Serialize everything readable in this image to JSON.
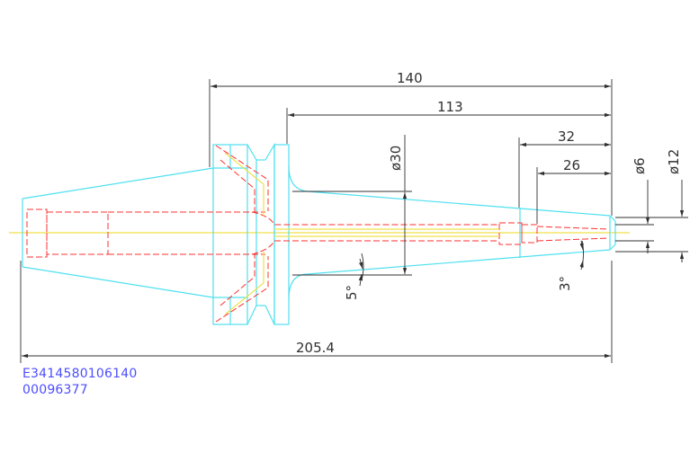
{
  "drawing": {
    "dimensions": {
      "overall_length": "205.4",
      "flange_to_end": "140",
      "body_to_end": "113",
      "bore_depth": "32",
      "inner_depth": "26",
      "body_diameter": "ø30",
      "bore_diameter_small": "ø6",
      "bore_diameter_large": "ø12",
      "taper_angle_body": "5°",
      "taper_angle_tip": "3°"
    },
    "codes": {
      "part_number": "E3414580106140",
      "serial": "00096377"
    },
    "colors": {
      "outline": "#4fe0f0",
      "hidden_lines": "#ff3030",
      "center_line": "#f0e04a",
      "dimension_lines": "#303030",
      "code_text": "#4d4dff"
    }
  }
}
